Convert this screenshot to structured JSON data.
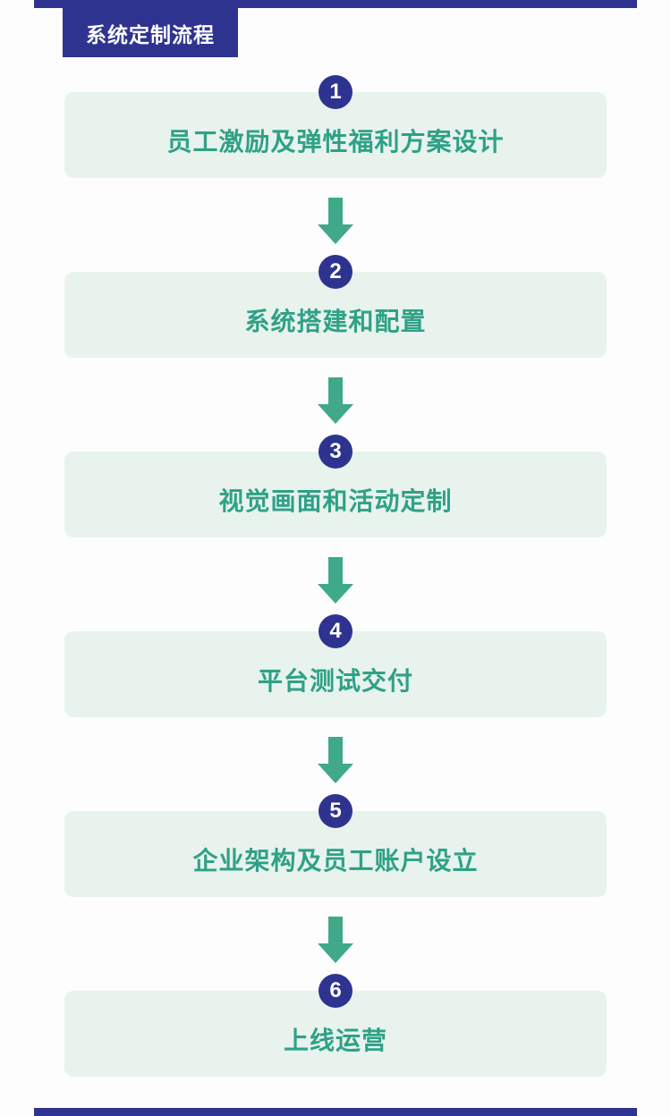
{
  "colors": {
    "navy": "#2f3390",
    "mint": "#e8f3ee",
    "teal": "#2fa186",
    "green": "#3fa98a",
    "page_bg": "#fdfdfd"
  },
  "header": {
    "title": "系统定制流程"
  },
  "steps": [
    {
      "number": "1",
      "label": "员工激励及弹性福利方案设计"
    },
    {
      "number": "2",
      "label": "系统搭建和配置"
    },
    {
      "number": "3",
      "label": "视觉画面和活动定制"
    },
    {
      "number": "4",
      "label": "平台测试交付"
    },
    {
      "number": "5",
      "label": "企业架构及员工账户设立"
    },
    {
      "number": "6",
      "label": "上线运营"
    }
  ]
}
